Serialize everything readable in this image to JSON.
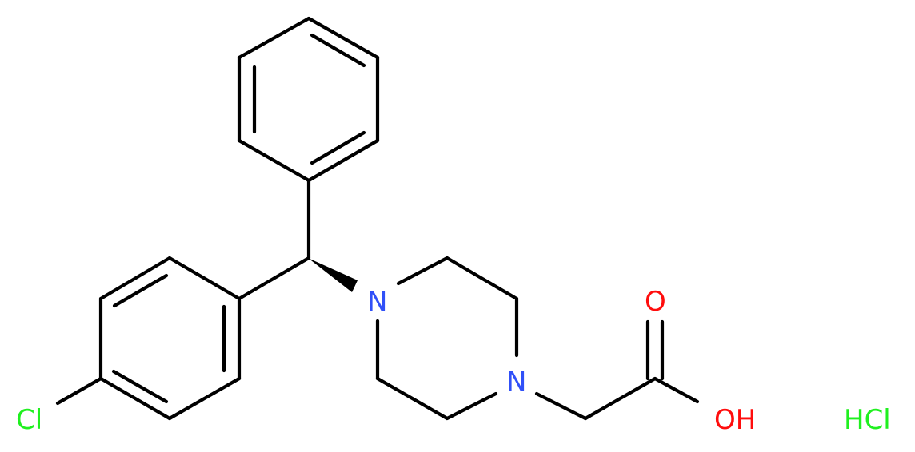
{
  "colors": {
    "bond": "#000000",
    "nitrogen": "#3050f8",
    "oxygen": "#ff0d0d",
    "chlorine": "#1ff01f",
    "background": "#ffffff"
  },
  "atoms": {
    "cl": "Cl",
    "n1": "N",
    "n2": "N",
    "o_carbonyl": "O",
    "oh": "OH",
    "hcl": "HCl"
  }
}
